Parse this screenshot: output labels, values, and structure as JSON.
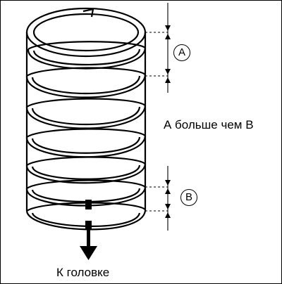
{
  "labels": {
    "a_marker": "A",
    "b_marker": "B",
    "relation": "А больше чем В",
    "direction": "К головке"
  }
}
